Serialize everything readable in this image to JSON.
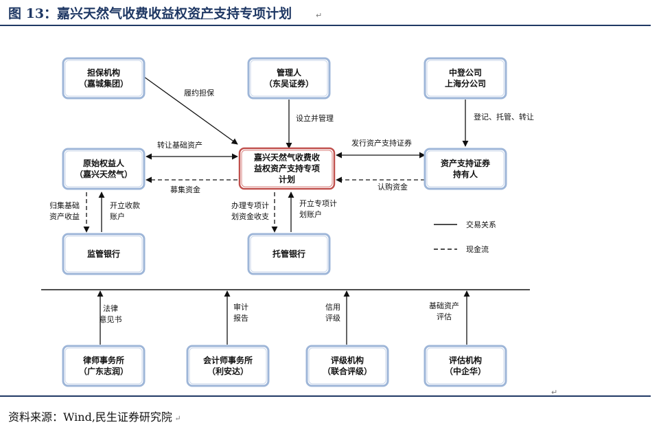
{
  "figure": {
    "title_prefix": "图 13：嘉兴天然气收费收益权",
    "title_underlined": "资产",
    "title_suffix": "支持专项计划",
    "source": "资料来源：Wind,民生证券研究院"
  },
  "nodes": {
    "guarantor": [
      "担保机构",
      "（嘉城集团）"
    ],
    "manager": [
      "管理人",
      "（东吴证券）"
    ],
    "csdc": [
      "中登公司",
      "上海分公司"
    ],
    "originator": [
      "原始权益人",
      "（嘉兴天然气）"
    ],
    "plan": [
      "嘉兴天然气收费收",
      "益权资产支持专项",
      "计划"
    ],
    "holder": [
      "资产支持证券",
      "持有人"
    ],
    "supervisory_bank": [
      "监管银行"
    ],
    "custodian_bank": [
      "托管银行"
    ],
    "law_firm": [
      "律师事务所",
      "（广东志润）"
    ],
    "accounting_firm": [
      "会计师事务所",
      "（利安达）"
    ],
    "rating_agency": [
      "评级机构",
      "（联合评级）"
    ],
    "appraisal_agency": [
      "评估机构",
      "（中企华）"
    ]
  },
  "edge_labels": {
    "guarantee": [
      "履约担保"
    ],
    "establish_manage": [
      "设立并管理"
    ],
    "register": [
      "登记、托管、转让"
    ],
    "transfer_assets": [
      "转让基础资产"
    ],
    "raise_funds": [
      "募集资金"
    ],
    "issue_abs": [
      "发行资产支持证券"
    ],
    "subscribe": [
      "认购资金"
    ],
    "collect_income": [
      "归集基础",
      "资产收益"
    ],
    "open_collection": [
      "开立收款",
      "账户"
    ],
    "handle_funds": [
      "办理专项计",
      "划资金收支"
    ],
    "open_plan_account": [
      "开立专项计",
      "划账户"
    ],
    "legal_opinion": [
      "法律",
      "意见书"
    ],
    "audit": [
      "审计",
      "报告"
    ],
    "credit_rating": [
      "信用",
      "评级"
    ],
    "asset_appraisal": [
      "基础资产",
      "评估"
    ]
  },
  "legend": {
    "transaction": "交易关系",
    "cash_flow": "现金流"
  },
  "colors": {
    "title": "#1f3864",
    "box_border": "#9eb6d8",
    "plan_border": "#c0504d",
    "line": "#111111"
  }
}
